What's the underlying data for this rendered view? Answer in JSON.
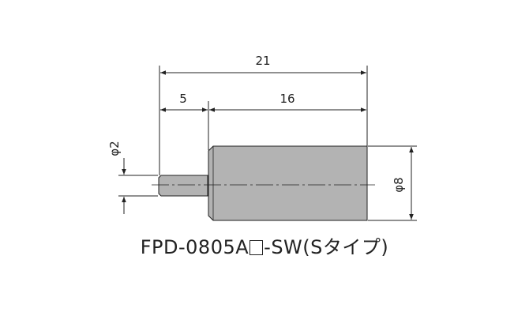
{
  "dimensions": {
    "overall_length": "21",
    "shaft_length": "5",
    "body_length": "16",
    "shaft_diameter": "φ2",
    "body_diameter": "φ8"
  },
  "model": {
    "prefix": "FPD-0805A",
    "suffix": "-SW",
    "type_note": "(Sタイプ)"
  },
  "colors": {
    "body_fill": "#b3b3b3",
    "line": "#222222"
  }
}
